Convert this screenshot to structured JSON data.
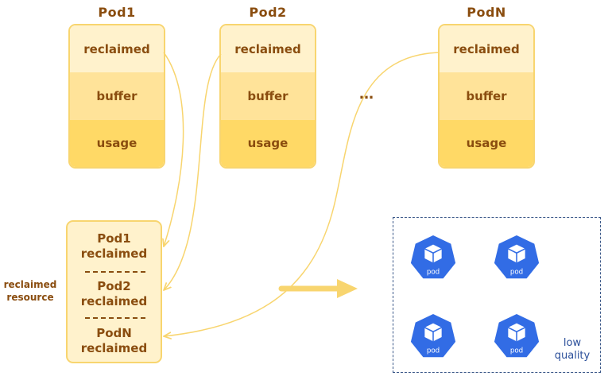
{
  "pods": [
    {
      "title": "Pod1",
      "segments": [
        "reclaimed",
        "buffer",
        "usage"
      ]
    },
    {
      "title": "Pod2",
      "segments": [
        "reclaimed",
        "buffer",
        "usage"
      ]
    },
    {
      "title": "PodN",
      "segments": [
        "reclaimed",
        "buffer",
        "usage"
      ]
    }
  ],
  "ellipsis": "…",
  "reclaimed_pool": {
    "side_label": "reclaimed resource",
    "items": [
      {
        "line1": "Pod1",
        "line2": "reclaimed"
      },
      {
        "line1": "Pod2",
        "line2": "reclaimed"
      },
      {
        "line1": "PodN",
        "line2": "reclaimed"
      }
    ]
  },
  "low_quality_area": {
    "label": "low quality",
    "pod_icons": [
      "pod",
      "pod",
      "pod",
      "pod"
    ]
  },
  "icons": {
    "pod_icon": "kubernetes-pod-heptagon-icon",
    "flow_arrow": "right-arrow-icon"
  },
  "colors": {
    "reclaimed": "#fff2cc",
    "buffer": "#ffe399",
    "usage": "#ffd966",
    "border": "#f8d56f",
    "text": "#8a4d0f",
    "k8s_blue": "#326ce5",
    "dashed_box": "#3d5a8a"
  }
}
